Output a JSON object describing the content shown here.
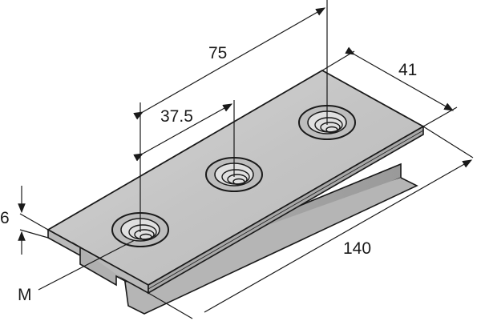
{
  "figure": {
    "type": "isometric dimensioned technical drawing",
    "subject": "threaded channel plate with three tapped holes",
    "colors": {
      "background": "#ffffff",
      "plate_top": "#c9c9c9",
      "plate_side": "#a9a9a9",
      "outline": "#1a1a1a"
    }
  },
  "dimensions": {
    "length": "140",
    "width": "41",
    "thickness": "6",
    "hole_spacing_outer": "75",
    "hole_spacing_inner": "37.5",
    "thread": "M"
  }
}
